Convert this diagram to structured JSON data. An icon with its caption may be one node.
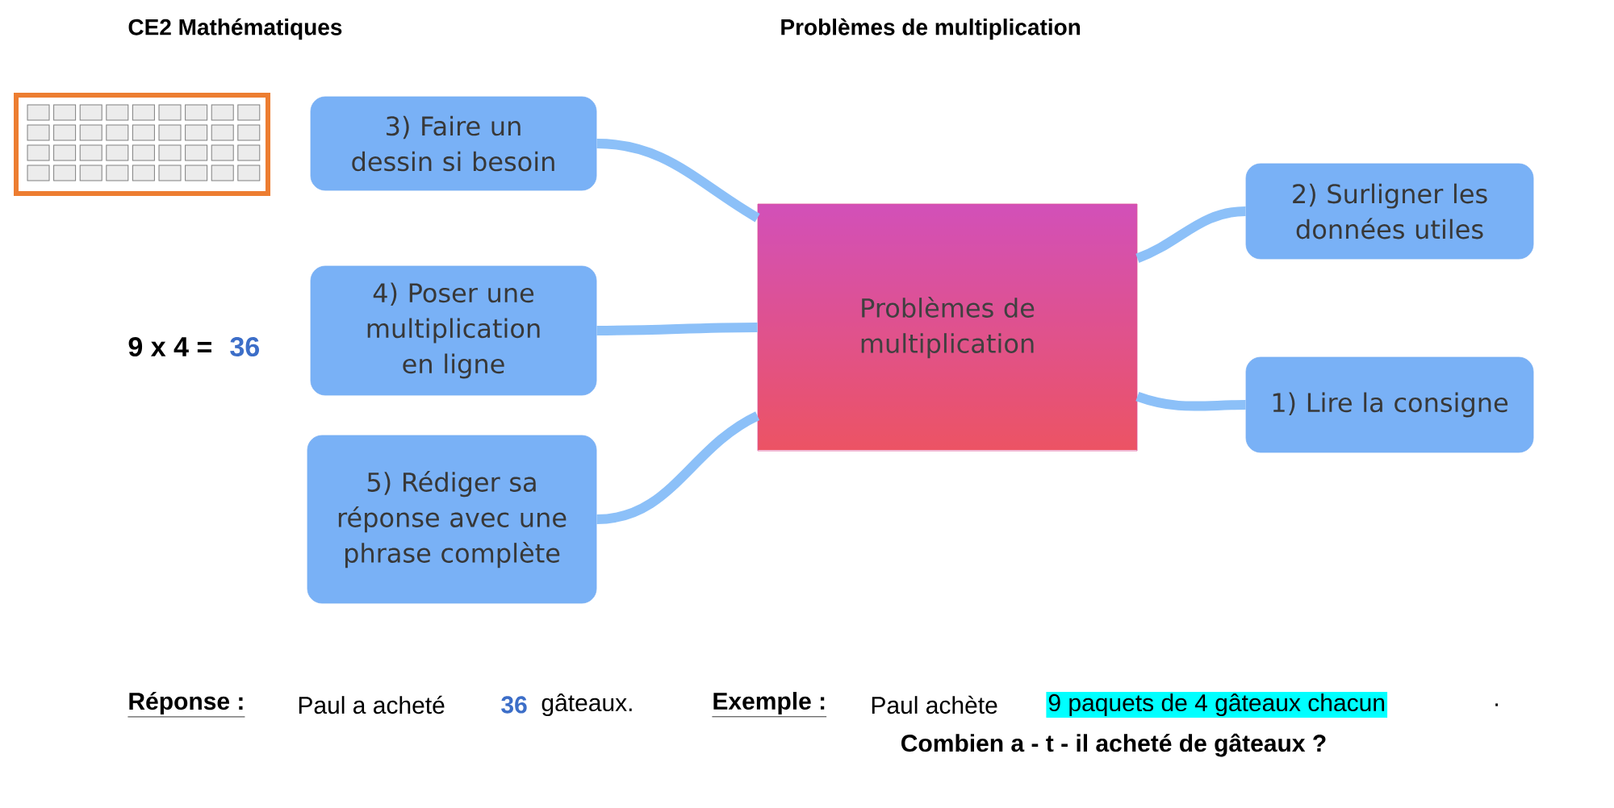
{
  "diagram": {
    "nodes": [
      {
        "text": [
          "Problèmes de multiplication"
        ]
      },
      {
        "text": [
          "3) Faire un dessin si besoin"
        ]
      },
      {
        "text": [
          "4) Poser une multiplication en ligne"
        ]
      },
      {
        "text": [
          "5) Rédiger sa réponse avec une phrase complète"
        ]
      },
      {
        "text": [
          "2) Surligner les données utiles"
        ]
      },
      {
        "text": [
          "1) Lire la consigne"
        ]
      }
    ],
    "edges": [
      {
        "from": 0,
        "to": 1,
        "arrow": "none"
      },
      {
        "from": 0,
        "to": 2,
        "arrow": "none"
      },
      {
        "from": 0,
        "to": 3,
        "arrow": "none"
      },
      {
        "from": 0,
        "to": 4,
        "arrow": "none"
      },
      {
        "from": 0,
        "to": 5,
        "arrow": "none"
      }
    ],
    "labels": [
      "CE2 Mathématiques",
      "Problèmes de multiplication",
      "9 x 4 =",
      "36",
      "Réponse :",
      "Paul a acheté",
      "36",
      "gâteaux.",
      "Exemple :",
      "Paul achète",
      "9 paquets de 4 gâteaux chacun",
      ".",
      "Combien a - t - il acheté de gâteaux ?"
    ]
  }
}
